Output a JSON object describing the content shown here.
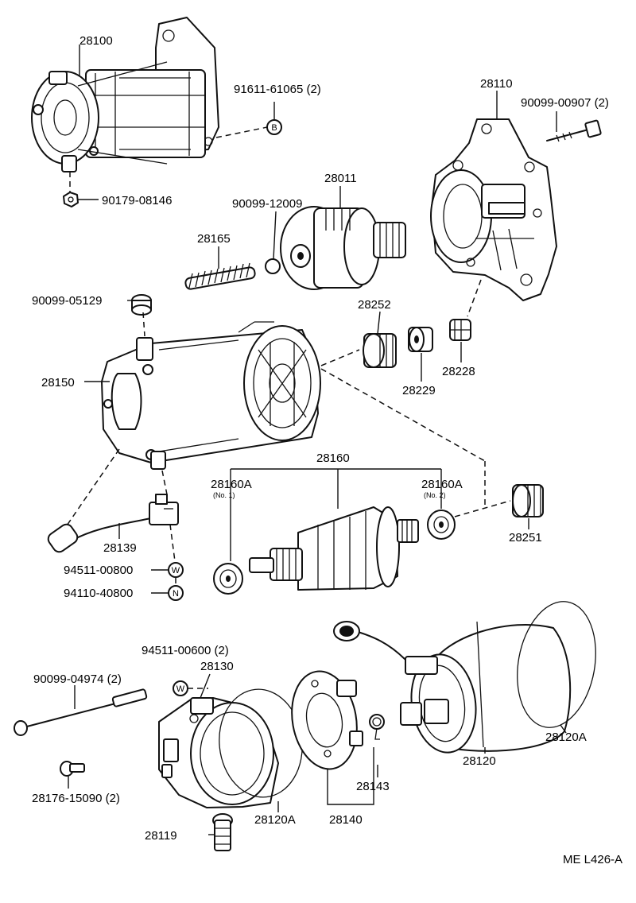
{
  "diagram_code": "ME L426-A",
  "labels": {
    "p28100": "28100",
    "p91611": "91611-61065 (2)",
    "sym_b": "B",
    "p90179": "90179-08146",
    "p28110": "28110",
    "p90099_00907": "90099-00907 (2)",
    "p28011": "28011",
    "p90099_12009": "90099-12009",
    "p28165": "28165",
    "p90099_05129": "90099-05129",
    "p28252": "28252",
    "p28228": "28228",
    "p28229": "28229",
    "p28150": "28150",
    "p28160": "28160",
    "p28160A_1": "28160A",
    "no1": "(No. 1)",
    "p28160A_2": "28160A",
    "no2": "(No. 2)",
    "p28251": "28251",
    "p28139": "28139",
    "p94511_00800": "94511-00800",
    "sym_w1": "W",
    "p94110": "94110-40800",
    "sym_n": "N",
    "p94511_00600": "94511-00600 (2)",
    "sym_w2": "W",
    "p28130": "28130",
    "p90099_04974": "90099-04974 (2)",
    "p28176": "28176-15090 (2)",
    "p28119": "28119",
    "p28120A_left": "28120A",
    "p28140": "28140",
    "p28143": "28143",
    "p28120": "28120",
    "p28120A_right": "28120A"
  }
}
